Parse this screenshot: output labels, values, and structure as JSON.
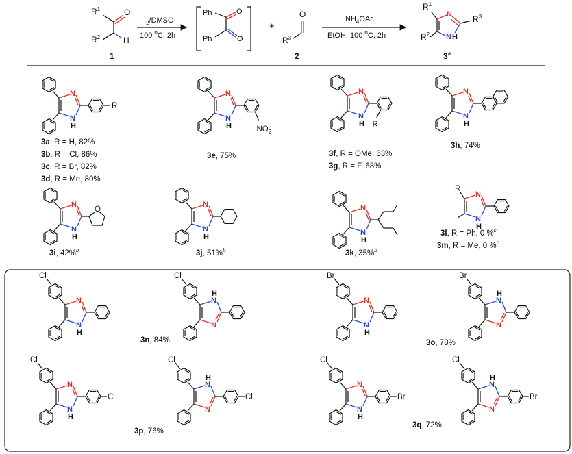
{
  "scheme": {
    "reactant1": {
      "label": "1",
      "r1": "R",
      "r1_sup": "1",
      "r2": "R",
      "r2_sup": "2",
      "o": "O",
      "h": "H"
    },
    "step1": {
      "reagent": "I",
      "reagent_sub": "2",
      "reagent_rest": "/DMSO",
      "cond": "100 ",
      "cond_deg": "o",
      "cond_rest": "C, 2h"
    },
    "intermediate": {
      "ph1": "Ph",
      "ph2": "Ph",
      "o1": "O",
      "o2": "O"
    },
    "plus": "+",
    "reactant2": {
      "label": "2",
      "r3": "R",
      "r3_sup": "3",
      "o": "O"
    },
    "step2": {
      "reagent": "NH",
      "reagent_sub": "4",
      "reagent_rest": "OAc",
      "cond": "EtOH, 100 ",
      "cond_deg": "o",
      "cond_rest": "C, 2h"
    },
    "product": {
      "label": "3",
      "label_sup": "a",
      "r1": "R",
      "r1_sup": "1",
      "r2": "R",
      "r2_sup": "2",
      "r3": "R",
      "r3_sup": "3",
      "n": "N",
      "nh": "N",
      "h": "H"
    }
  },
  "atoms": {
    "N": "N",
    "H": "H",
    "NH": "NH",
    "R": "R",
    "NO2": "NO",
    "NO2_sub": "2",
    "Cl": "Cl",
    "Br": "Br",
    "O": "O"
  },
  "products": {
    "p3a": {
      "id": "3a",
      "text": ", R = H, 82%"
    },
    "p3b": {
      "id": "3b",
      "text": ", R = Cl, 86%"
    },
    "p3c": {
      "id": "3c",
      "text": ", R = Br, 82%"
    },
    "p3d": {
      "id": "3d",
      "text": ", R = Me, 80%"
    },
    "p3e": {
      "id": "3e",
      "text": ", 75%"
    },
    "p3f": {
      "id": "3f",
      "text": ", R = OMe, 63%"
    },
    "p3g": {
      "id": "3g",
      "text": ", R = F, 68%"
    },
    "p3h": {
      "id": "3h",
      "text": ", 74%"
    },
    "p3i": {
      "id": "3i",
      "text": ", 42%",
      "sup": "b"
    },
    "p3j": {
      "id": "3j",
      "text": ", 51%",
      "sup": "b"
    },
    "p3k": {
      "id": "3k",
      "text": ", 35%",
      "sup": "b"
    },
    "p3l": {
      "id": "3l",
      "text": ", R = Ph, 0 %",
      "sup": "c"
    },
    "p3m": {
      "id": "3m",
      "text": ", R = Me, 0 %",
      "sup": "c"
    },
    "p3n": {
      "id": "3n",
      "text": ", 84%"
    },
    "p3o": {
      "id": "3o",
      "text": ", 78%"
    },
    "p3p": {
      "id": "3p",
      "text": ", 76%"
    },
    "p3q": {
      "id": "3q",
      "text": ", 72%"
    }
  },
  "colors": {
    "nitrogen_imine": "#e0322a",
    "nitrogen_amine": "#2a49c9",
    "carbonyl_red": "#e0322a",
    "carbonyl_blue": "#2a49c9"
  }
}
